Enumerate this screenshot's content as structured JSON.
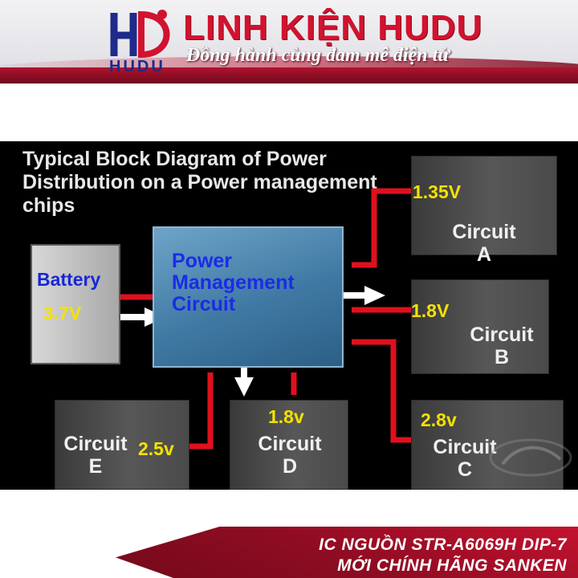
{
  "header": {
    "logo_letters": "HUDU",
    "brand_name": "LINH KIỆN HUDU",
    "slogan": "Đồng hành cùng đam mê điện tử",
    "colors": {
      "brand_red": "#d1132f",
      "brand_blue": "#1f2a8a",
      "banner_dark_red": "#6e0a1d"
    }
  },
  "diagram": {
    "title": "Typical Block Diagram of Power Distribution on a Power management chips",
    "battery": {
      "name": "Battery",
      "voltage": "3.7V"
    },
    "pmc": {
      "label": "Power Management Circuit"
    },
    "circuits": [
      {
        "id": "A",
        "name": "Circuit",
        "letter": "A",
        "voltage": "1.35V"
      },
      {
        "id": "B",
        "name": "Circuit",
        "letter": "B",
        "voltage": "1.8V"
      },
      {
        "id": "C",
        "name": "Circuit",
        "letter": "C",
        "voltage": "2.8v"
      },
      {
        "id": "D",
        "name": "Circuit",
        "letter": "D",
        "voltage": "1.8v"
      },
      {
        "id": "E",
        "name": "Circuit",
        "letter": "E",
        "voltage": "2.5v"
      }
    ],
    "colors": {
      "background": "#000000",
      "voltage_text": "#f4e200",
      "battery_name": "#1727d8",
      "pmc_text": "#1b2be8",
      "connector_line": "#e0101e",
      "arrow": "#ffffff"
    }
  },
  "footer": {
    "line1": "IC NGUỒN STR-A6069H DIP-7",
    "line2": "MỚI CHÍNH HÃNG SANKEN"
  }
}
